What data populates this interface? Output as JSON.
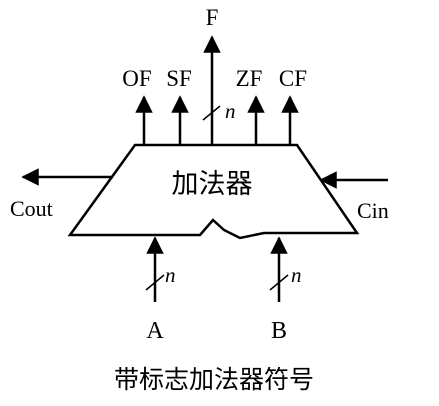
{
  "diagram": {
    "outputs": {
      "f": "F",
      "of": "OF",
      "sf": "SF",
      "zf": "ZF",
      "cf": "CF"
    },
    "bus_width": {
      "f": "n",
      "a": "n",
      "b": "n"
    },
    "block_label": "加法器",
    "cout": "Cout",
    "cin": "Cin",
    "input_a": "A",
    "input_b": "B",
    "caption": "带标志加法器符号"
  }
}
